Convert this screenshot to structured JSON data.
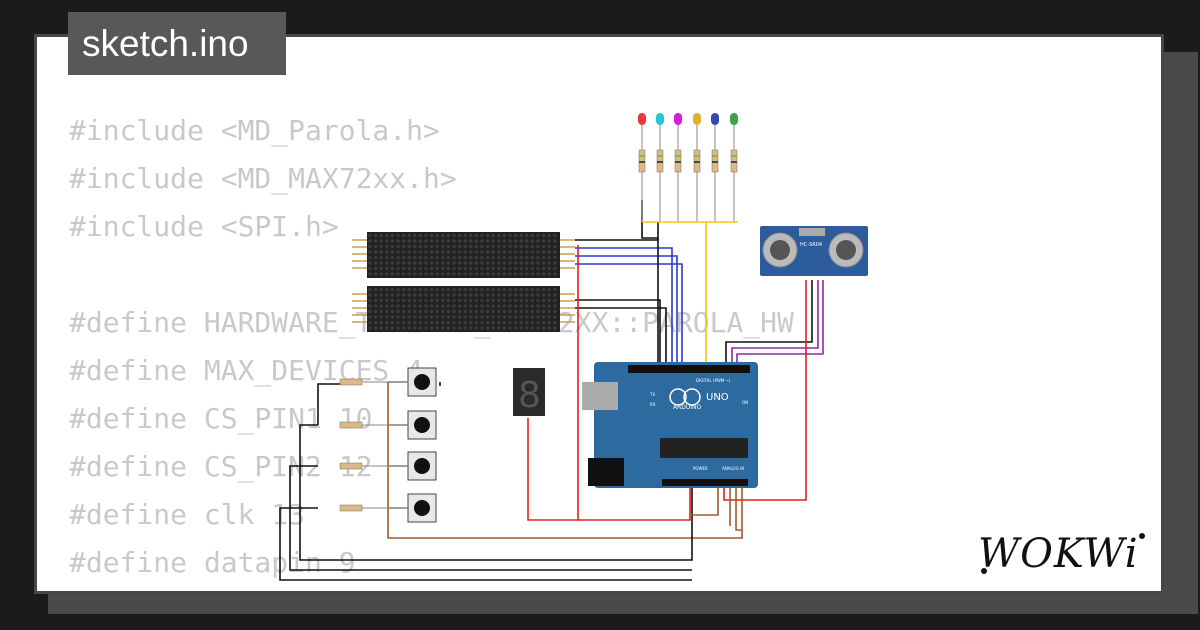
{
  "file_tab": {
    "label": "sketch.ino"
  },
  "code": {
    "lines": [
      "#include <MD_Parola.h>",
      "#include <MD_MAX72xx.h>",
      "#include <SPI.h>",
      "",
      "#define HARDWARE_TYPE MD_MAX72XX::PAROLA_HW",
      "#define MAX_DEVICES 4",
      "#define CS_PIN1 10",
      "#define CS_PIN2 12",
      "#define clk 13",
      "#define datapin 9"
    ]
  },
  "diagram": {
    "board": {
      "brand": "ARDUINO",
      "model": "UNO",
      "header_label": "DIGITAL (PWM ~)",
      "power_label": "POWER",
      "analog_label": "ANALOG IN",
      "tx": "TX",
      "rx": "RX",
      "on": "ON"
    },
    "sensor": {
      "label": "HC-SR04"
    },
    "seven_segment": {
      "digit": "8"
    },
    "led_colors": [
      "#e53935",
      "#26c6da",
      "#d81bd8",
      "#e0b030",
      "#3949ab",
      "#43a047"
    ],
    "wire_colors": {
      "black": "#111111",
      "blue": "#2a3ad0",
      "purple": "#8a2ba0",
      "yellow": "#f2c60f",
      "red": "#e02020",
      "brown": "#a05a2c"
    }
  },
  "logo": {
    "text": "WOKWi"
  }
}
